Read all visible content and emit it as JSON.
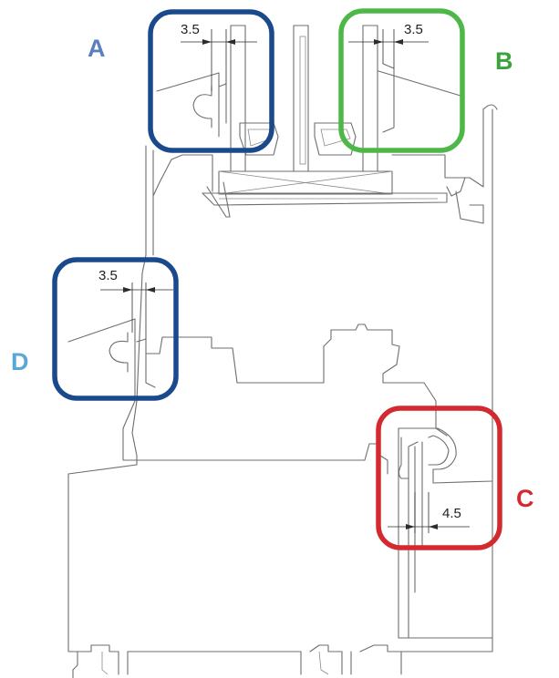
{
  "labels": {
    "A": "A",
    "B": "B",
    "C": "C",
    "D": "D"
  },
  "dimensions": {
    "A": "3.5",
    "B": "3.5",
    "C": "4.5",
    "D": "3.5"
  },
  "colors": {
    "A_ring": "#1a4a8c",
    "A_label": "#5a80bd",
    "B_ring": "#4db848",
    "B_label": "#3aa33a",
    "C_ring": "#d42a2f",
    "C_label": "#d42a2f",
    "D_ring": "#1a4a8c",
    "D_label": "#5aa6d6"
  }
}
